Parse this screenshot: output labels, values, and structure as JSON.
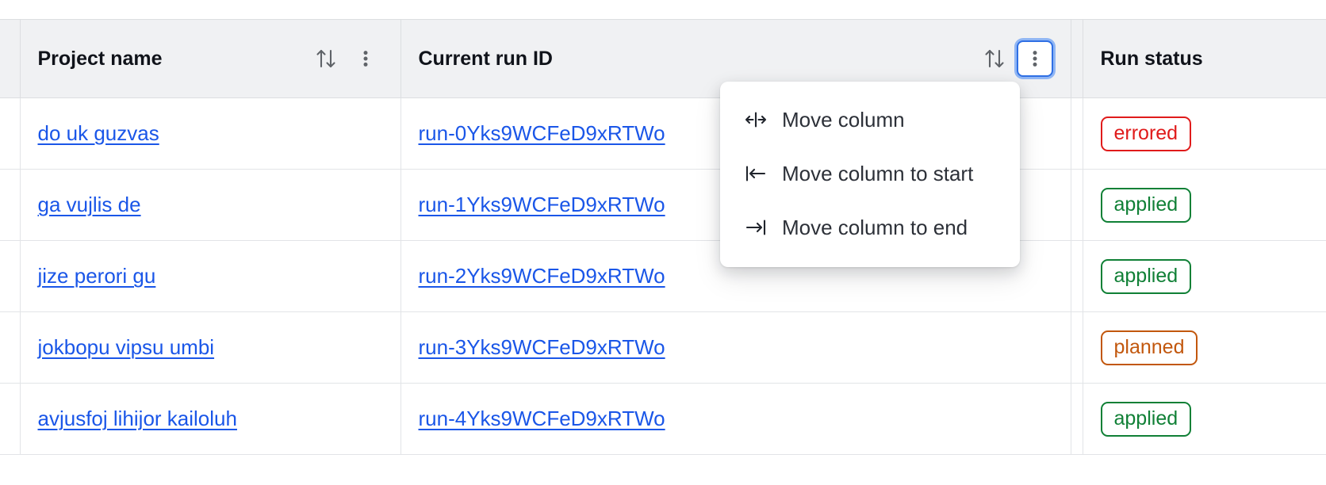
{
  "table": {
    "columns": [
      {
        "key": "project_name",
        "label": "Project name",
        "sortable": true,
        "has_menu": true,
        "menu_open": false
      },
      {
        "key": "current_run_id",
        "label": "Current run ID",
        "sortable": true,
        "has_menu": true,
        "menu_open": true
      },
      {
        "key": "run_status",
        "label": "Run status",
        "sortable": true,
        "has_menu": false,
        "menu_open": false
      }
    ],
    "rows": [
      {
        "project_name": "do uk guzvas",
        "current_run_id": "run-0Yks9WCFeD9xRTWo",
        "run_status": "errored"
      },
      {
        "project_name": "ga vujlis de",
        "current_run_id": "run-1Yks9WCFeD9xRTWo",
        "run_status": "applied"
      },
      {
        "project_name": "jize perori gu",
        "current_run_id": "run-2Yks9WCFeD9xRTWo",
        "run_status": "applied"
      },
      {
        "project_name": "jokbopu vipsu umbi",
        "current_run_id": "run-3Yks9WCFeD9xRTWo",
        "run_status": "planned"
      },
      {
        "project_name": "avjusfoj lihijor kailoluh",
        "current_run_id": "run-4Yks9WCFeD9xRTWo",
        "run_status": "applied"
      }
    ]
  },
  "column_menu": {
    "items": [
      {
        "icon": "move-column-icon",
        "label": "Move column"
      },
      {
        "icon": "move-column-to-start-icon",
        "label": "Move column to start"
      },
      {
        "icon": "move-column-to-end-icon",
        "label": "Move column to end"
      }
    ]
  },
  "icons": {
    "sort": "sort-ascending-descending-icon",
    "kebab": "kebab-menu-icon"
  },
  "colors": {
    "link": "#1a56e8",
    "header_bg": "#f0f1f3",
    "border": "#dcdee1",
    "row_border": "#e2e4e7",
    "focus_ring": "#2f6fe4",
    "status_errored": "#e01b1b",
    "status_applied": "#108036",
    "status_planned": "#c2570d",
    "text": "#10131a",
    "menu_text": "#2c3038"
  }
}
